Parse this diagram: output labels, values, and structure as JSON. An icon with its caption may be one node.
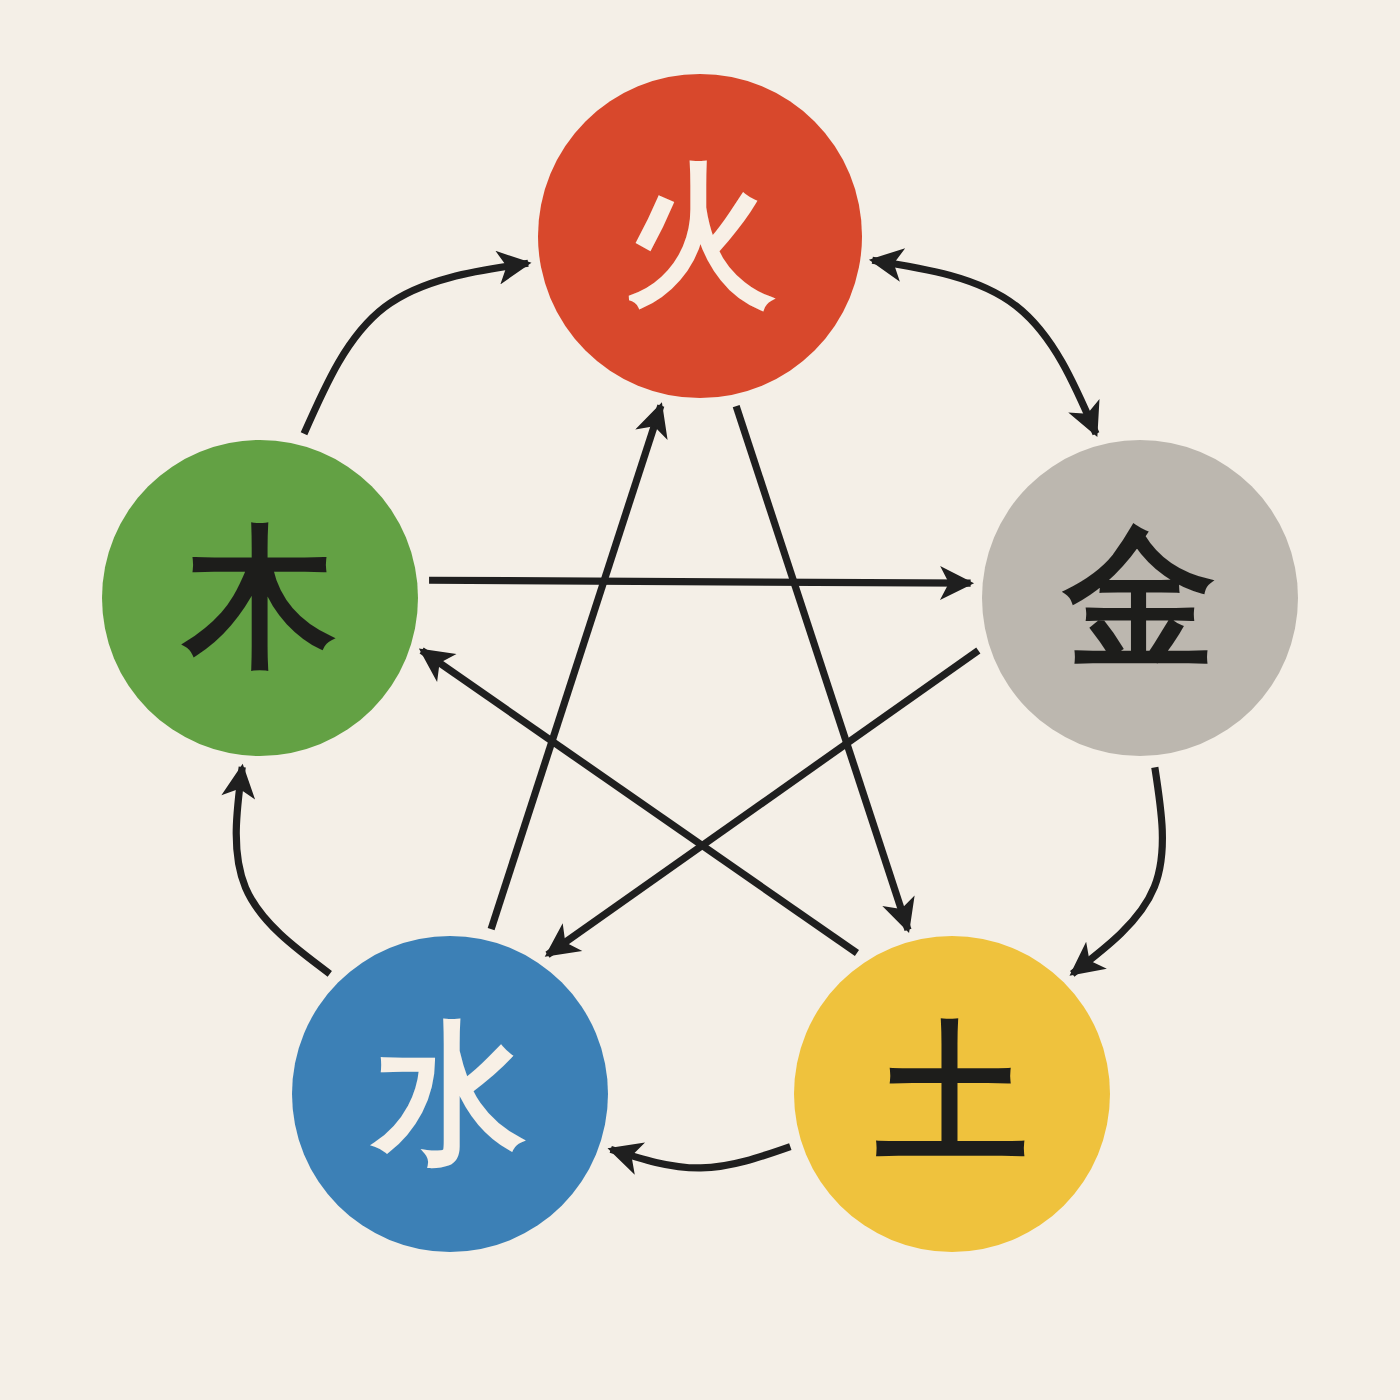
{
  "diagram": {
    "nodes": [
      {
        "text": [
          "火"
        ]
      },
      {
        "text": [
          "木"
        ]
      },
      {
        "text": [
          "金"
        ]
      },
      {
        "text": [
          "水"
        ]
      },
      {
        "text": [
          "土"
        ]
      }
    ],
    "edges": [
      {
        "from": 1,
        "to": 0,
        "arrow": "to"
      },
      {
        "from": 0,
        "to": 2,
        "arrow": "both"
      },
      {
        "from": 2,
        "to": 4,
        "arrow": "to"
      },
      {
        "from": 4,
        "to": 3,
        "arrow": "to"
      },
      {
        "from": 3,
        "to": 1,
        "arrow": "to"
      },
      {
        "from": 1,
        "to": 2,
        "arrow": "to"
      },
      {
        "from": 2,
        "to": 3,
        "arrow": "to"
      },
      {
        "from": 3,
        "to": 0,
        "arrow": "to"
      },
      {
        "from": 0,
        "to": 4,
        "arrow": "to"
      },
      {
        "from": 4,
        "to": 1,
        "arrow": "to"
      }
    ]
  }
}
